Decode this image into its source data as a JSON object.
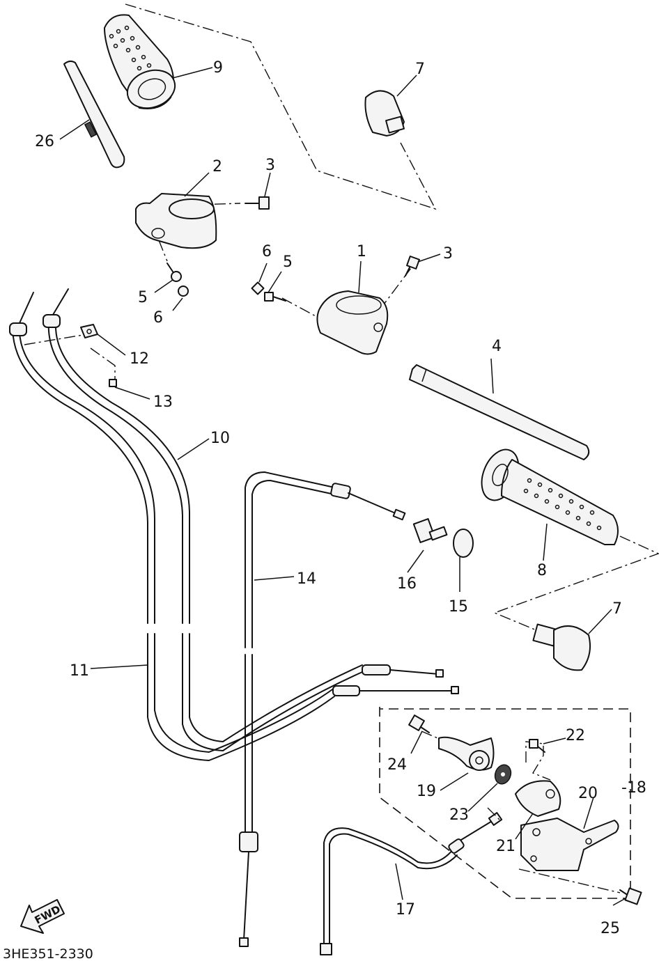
{
  "diagram_code": "3HE351-2330",
  "fwd_label": "FWD",
  "labels": [
    {
      "id": "9",
      "text": "9"
    },
    {
      "id": "7a",
      "text": "7"
    },
    {
      "id": "26",
      "text": "26"
    },
    {
      "id": "2",
      "text": "2"
    },
    {
      "id": "3a",
      "text": "3"
    },
    {
      "id": "6a",
      "text": "6"
    },
    {
      "id": "5a",
      "text": "5"
    },
    {
      "id": "1",
      "text": "1"
    },
    {
      "id": "3b",
      "text": "3"
    },
    {
      "id": "5b",
      "text": "5"
    },
    {
      "id": "6b",
      "text": "6"
    },
    {
      "id": "12",
      "text": "12"
    },
    {
      "id": "4",
      "text": "4"
    },
    {
      "id": "13",
      "text": "13"
    },
    {
      "id": "10",
      "text": "10"
    },
    {
      "id": "8",
      "text": "8"
    },
    {
      "id": "14",
      "text": "14"
    },
    {
      "id": "16",
      "text": "16"
    },
    {
      "id": "15",
      "text": "15"
    },
    {
      "id": "7b",
      "text": "7"
    },
    {
      "id": "11",
      "text": "11"
    },
    {
      "id": "22",
      "text": "22"
    },
    {
      "id": "24",
      "text": "24"
    },
    {
      "id": "18",
      "text": "-18"
    },
    {
      "id": "20",
      "text": "20"
    },
    {
      "id": "19",
      "text": "19"
    },
    {
      "id": "23",
      "text": "23"
    },
    {
      "id": "21",
      "text": "21"
    },
    {
      "id": "17",
      "text": "17"
    },
    {
      "id": "25",
      "text": "25"
    }
  ]
}
